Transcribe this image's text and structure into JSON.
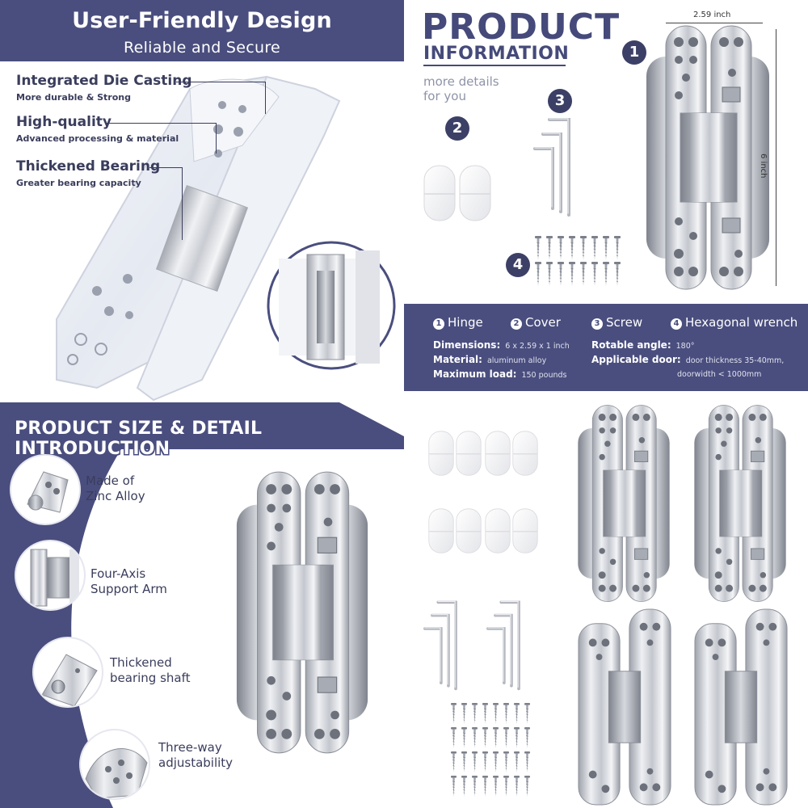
{
  "panel1": {
    "title": "User-Friendly Design",
    "subtitle": "Reliable and Secure",
    "features": [
      {
        "heading": "Integrated Die Casting",
        "sub": "More durable & Strong"
      },
      {
        "heading": "High-quality",
        "sub": "Advanced processing & material"
      },
      {
        "heading": "Thickened Bearing",
        "sub": "Greater bearing capacity"
      }
    ]
  },
  "panel2": {
    "title_line1": "PRODUCT",
    "title_line2": "INFORMATION",
    "more_line1": "more details",
    "more_line2": "for you",
    "width_label": "2.59 inch",
    "height_label": "6 inch",
    "markers": [
      "1",
      "2",
      "3",
      "4"
    ],
    "legend": [
      {
        "num": "1",
        "label": "Hinge"
      },
      {
        "num": "2",
        "label": "Cover"
      },
      {
        "num": "3",
        "label": "Screw"
      },
      {
        "num": "4",
        "label": "Hexagonal wrench"
      }
    ],
    "specs": [
      {
        "label": "Dimensions:",
        "value": "6 x 2.59 x 1 inch"
      },
      {
        "label": "Material:",
        "value": "aluminum alloy"
      },
      {
        "label": "Maximum load:",
        "value": "150 pounds"
      },
      {
        "label": "Rotable angle:",
        "value": "180°"
      },
      {
        "label": "Applicable door:",
        "value": "door thickness 35-40mm,",
        "value2": "doorwidth < 1000mm"
      }
    ]
  },
  "panel3": {
    "title": "PRODUCT SIZE & DETAIL INTRODUCTION",
    "details": [
      {
        "line1": "Made of",
        "line2": "Zinc Alloy"
      },
      {
        "line1": "Four-Axis",
        "line2": "Support Arm"
      },
      {
        "line1": "Thickened",
        "line2": "bearing shaft"
      },
      {
        "line1": "Three-way",
        "line2": "adjustability"
      }
    ]
  },
  "colors": {
    "navy": "#4a4e7e",
    "dark_text": "#3a3d5c",
    "silver": "#c9ccd3"
  }
}
